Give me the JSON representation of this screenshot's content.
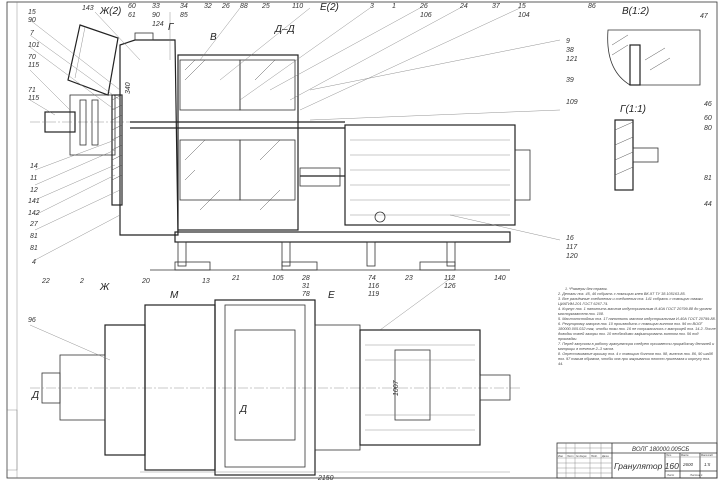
{
  "sections": {
    "main_view": "Д–Д",
    "view_b": "В(1:2)",
    "view_g": "Г(1:1)",
    "cut_zh": "Ж(2)",
    "cut_m": "М",
    "cut_e": "Е(2)",
    "mark_g": "Г",
    "mark_v": "В",
    "mark_d": "Д",
    "mark_zh": "Ж",
    "mark_e": "Е"
  },
  "callouts_top": [
    "143",
    "60",
    "61",
    "33",
    "90",
    "124",
    "34",
    "85",
    "32",
    "26",
    "88",
    "25",
    "110",
    "3",
    "1",
    "26",
    "106",
    "24",
    "37",
    "15",
    "104"
  ],
  "callouts_left": [
    "15",
    "90",
    "7",
    "101",
    "70",
    "115",
    "71",
    "115",
    "14",
    "11",
    "12",
    "141",
    "142",
    "27",
    "81",
    "81",
    "4"
  ],
  "callouts_right": [
    "9",
    "38",
    "121",
    "39",
    "109",
    "16",
    "117",
    "120"
  ],
  "callouts_bottom": [
    "22",
    "2",
    "20",
    "13",
    "21",
    "105",
    "28",
    "31",
    "78",
    "74",
    "116",
    "119",
    "23",
    "112",
    "126",
    "140"
  ],
  "callouts_plan": [
    "96"
  ],
  "detail_callouts": [
    "86",
    "47",
    "46",
    "60",
    "80",
    "81",
    "44"
  ],
  "notes": [
    "1. *Размеры для справок.",
    "2. Детали поз. 45, 46 собрать с помощью клея ВК-9Т ТУ 38.105163-85.",
    "3. Все разъёмные соединения и соединения поз. 141 собрать с помощью смазки ЦИАТИМ-201 ГОСТ 6267-74.",
    "4. Корпус поз. 1 наполнить маслом индустриальным И-40А ГОСТ 20799-88 до уровня маслоуказателя поз. 108.",
    "5. Маслоотстойник поз. 17 наполнить маслом индустриальным И-40А ГОСТ 20799-88.",
    "6. Регулировку зазоров поз. 10 производить с помощью винтов поз. 96 по ВОЛГ 180000.005.032 так, чтобы ножи поз. 16 не соприкасались с матрицей поз. 14.2. После доводки ножей зазоры поз. 10 необходимо зафиксировать винтом поз. 56 под прокладки.",
    "7. Перед запуском в работу гранулятора следует произвести приработку деталей и матрицы в течение 2–3 часов.",
    "8. Опрессовывание крышку поз. 4 с помощью болтов поз. 98, винтов поз. 86, 90 шайб поз. 97 таким образом, чтобы она при закрывании плотно прилегала к корпусу поз. 44."
  ],
  "title_block": {
    "doc_code": "ВОЛГ 180000.005СБ",
    "title": "Гранулятор 160",
    "mass": "2600",
    "scale": "1:5",
    "col_izm": "Изм.",
    "col_list": "Лист",
    "col_doc": "№ докум.",
    "col_sign": "Подп.",
    "col_date": "Дата",
    "lit": "Лит.",
    "mass_label": "Масса",
    "scale_label": "Масштаб",
    "sheet": "Лист",
    "sheets": "Листов 1"
  },
  "dims": {
    "d1": "340",
    "d2": "1007",
    "d3": "2150"
  }
}
